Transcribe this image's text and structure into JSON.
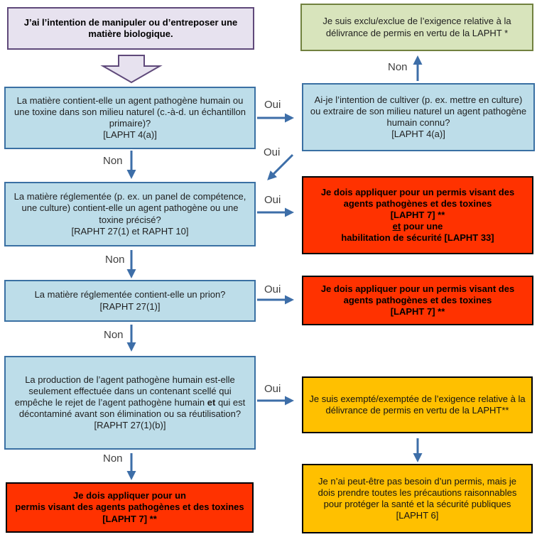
{
  "labels": {
    "oui": "Oui",
    "non": "Non"
  },
  "nodes": {
    "start": {
      "text": "J’ai l’intention de manipuler ou d’entreposer une matière biologique."
    },
    "excluded": {
      "text": "Je suis exclu/exclue de l’exigence relative à la délivrance de permis en vertu de la LAPHT *"
    },
    "q_primary": {
      "text": "La matière contient-elle un agent pathogène humain ou une toxine dans son milieu naturel (c.-à-d. un échantillon primaire)?",
      "ref": "[LAPHT 4(a)]"
    },
    "q_cultivate": {
      "text": "Ai-je l’intention de cultiver (p. ex. mettre en culture) ou extraire de son milieu naturel un agent pathogène humain connu?",
      "ref": "[LAPHT 4(a)]"
    },
    "q_specified": {
      "text": "La matière réglementée (p. ex. un panel de compétence, une culture) contient-elle un agent pathogène ou une toxine précisé?",
      "ref": "[RAPHT 27(1) et RAPHT 10]"
    },
    "permit_security": {
      "line1": "Je dois appliquer pour un permis visant des agents pathogènes et des toxines",
      "ref": "[LAPHT 7] **",
      "underlined": "et",
      "line2_rest": " pour une",
      "line3": "habilitation de sécurité [LAPHT 33]"
    },
    "q_prion": {
      "text": "La matière réglementée contient-elle un prion?",
      "ref": "[RAPHT 27(1)]"
    },
    "permit_toxins": {
      "text": "Je dois appliquer pour un permis visant des agents pathogènes et des toxines",
      "ref": "[LAPHT 7] **"
    },
    "q_sealed": {
      "part1": "La production de l’agent pathogène humain est-elle seulement effectuée dans un contenant scellé qui empêche le rejet de l’agent pathogène humain ",
      "bold_word": "et",
      "part2": " qui est décontaminé avant son élimination ou sa réutilisation?",
      "ref": "[RAPHT 27(1)(b)]"
    },
    "exempt": {
      "text": "Je suis exempté/exemptée de l’exigence relative à la délivrance de permis en vertu de la LAPHT**"
    },
    "permit_final": {
      "line1": "Je dois appliquer pour un",
      "line2": "permis visant des agents pathogènes et des toxines [LAPHT 7] **"
    },
    "precaution": {
      "text": "Je n’ai peut-être pas besoin d’un permis, mais je dois prendre toutes les précautions raisonnables pour protéger la santé et la sécurité publiques [LAPHT 6]"
    }
  },
  "colors": {
    "arrow": "#3D6EA8",
    "red_fill": "#FF3200",
    "yellow_fill": "#FFC000",
    "green_fill": "#D8E4BC",
    "green_border": "#71813F",
    "purple_fill": "#E7E2EF",
    "purple_border": "#5F497A",
    "blue_fill": "#BDDDE9",
    "blue_border": "#3A70A3",
    "result_border": "#000000"
  }
}
